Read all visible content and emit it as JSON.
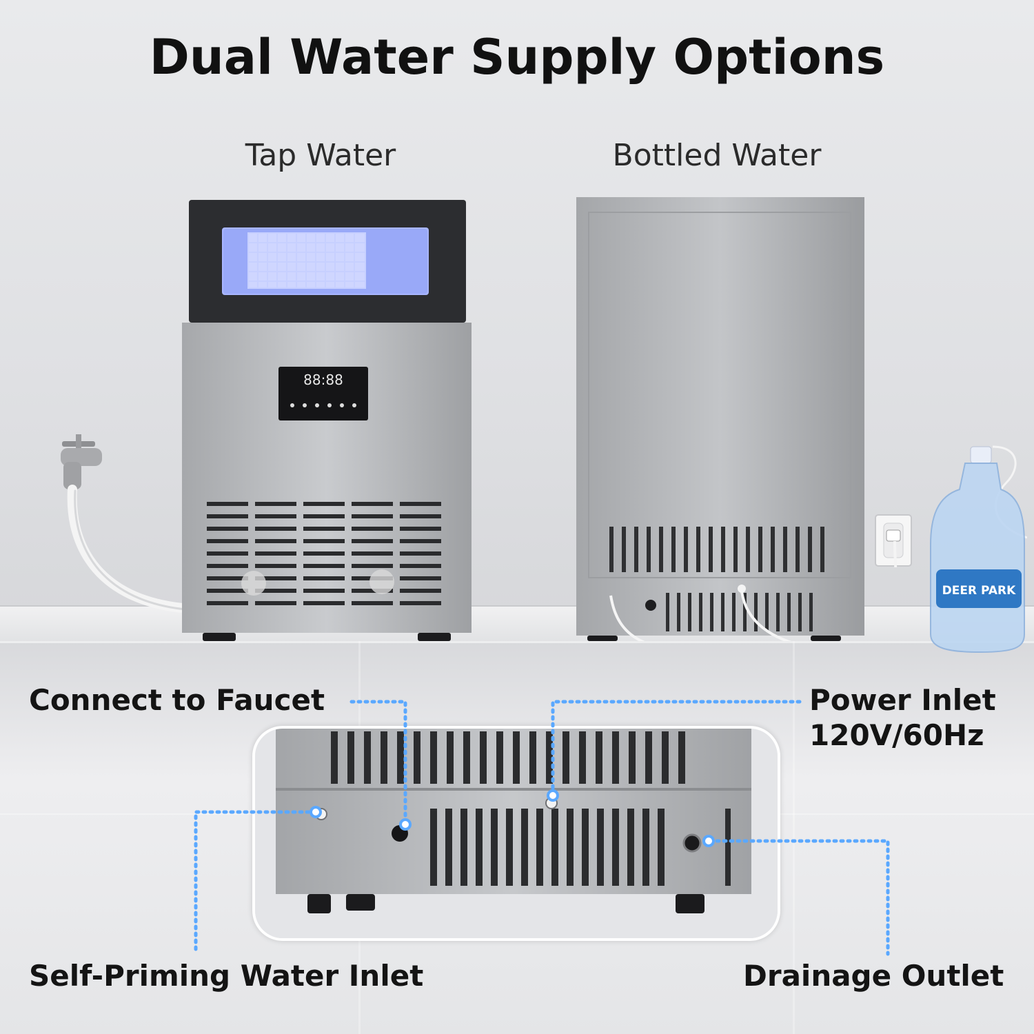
{
  "title": "Dual Water Supply Options",
  "options": {
    "tap": "Tap Water",
    "bottled": "Bottled Water"
  },
  "display": {
    "clock": "88:88"
  },
  "bottle_label": "DEER PARK",
  "callouts": {
    "faucet": "Connect to Faucet",
    "power_line1": "Power Inlet",
    "power_line2": "120V/60Hz",
    "inlet": "Self-Priming Water Inlet",
    "drain": "Drainage Outlet"
  },
  "colors": {
    "title": "#111111",
    "callout_line": "#5aa8ff",
    "steel": "#b7b9bc",
    "ice_window": "#9fb0ff"
  }
}
